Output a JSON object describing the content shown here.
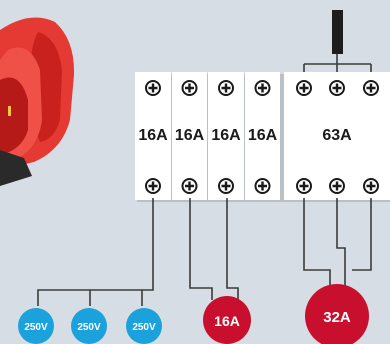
{
  "breakers": [
    {
      "rating": "16A"
    },
    {
      "rating": "16A"
    },
    {
      "rating": "16A"
    },
    {
      "rating": "16A"
    },
    {
      "rating": "63A"
    }
  ],
  "sockets": [
    {
      "label": "250V"
    },
    {
      "label": "250V"
    },
    {
      "label": "250V"
    },
    {
      "label": "16A"
    },
    {
      "label": "32A"
    }
  ],
  "colors": {
    "background": "#d6dde4",
    "breaker_face": "#ffffff",
    "breaker_shadow": "#b9c0c6",
    "wire": "#3b3b3b",
    "socket_blue": "#1ba2dd",
    "socket_red": "#c8102e",
    "plug_red": "#e8423a"
  },
  "icons": [
    "screw-terminal-icon",
    "power-cable-icon",
    "socket-outlet-icon"
  ]
}
